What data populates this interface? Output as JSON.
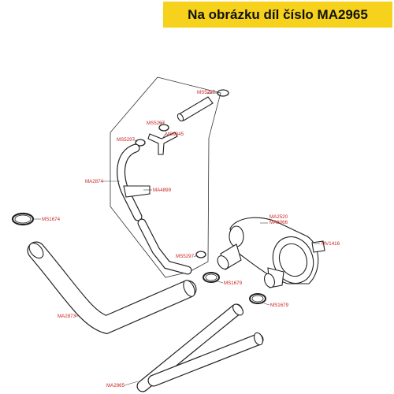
{
  "banner": {
    "text": "Na obrázku díl číslo MA2965",
    "color": "#f6d21c"
  },
  "labels": {
    "ms5297_top": "MS5297",
    "ms5297_mid": "MS5297",
    "ms9345": "MS9345",
    "ms5297_left": "MS5297",
    "ma2874": "MA2874",
    "ma4899": "MA4899",
    "ms1674": "MS1674",
    "ma2520": "MA2520",
    "ma8066": "MA8066",
    "mv1416": "MV1416",
    "ms5297_bottom": "MS5297",
    "ms1679_a": "MS1679",
    "ma2873": "MA2873",
    "ms1679_b": "MS1679",
    "ma2965": "MA2965"
  },
  "colors": {
    "label": "#cc2222",
    "outline": "#222222"
  }
}
